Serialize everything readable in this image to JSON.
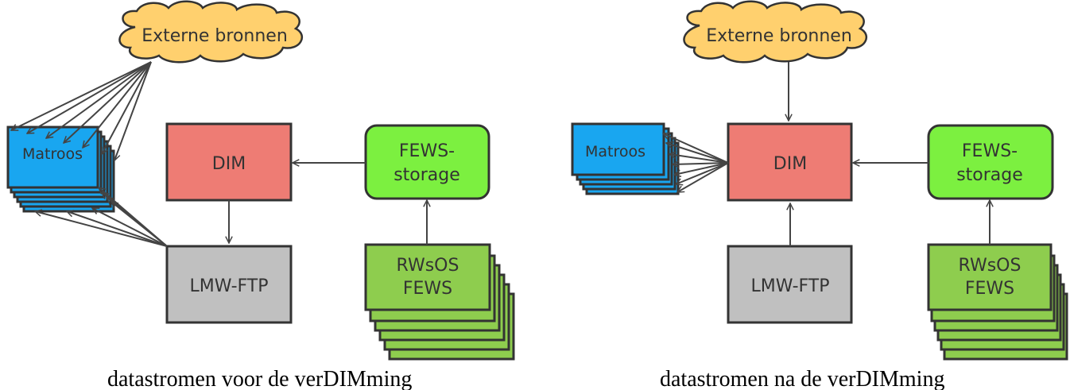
{
  "colors": {
    "cloud": "#ffd06e",
    "matroos": "#19a6f0",
    "dim": "#ee7c74",
    "fews_storage": "#7cf040",
    "lmw_ftp": "#c0c0c0",
    "rwsos": "#8ecd4e",
    "stroke": "#333333",
    "arrow": "#444444"
  },
  "left_diagram": {
    "caption": "datastromen voor de verDIMming",
    "nodes": {
      "externe_bronnen": "Externe bronnen",
      "matroos": "Matroos",
      "dim": "DIM",
      "fews_storage_line1": "FEWS-",
      "fews_storage_line2": "storage",
      "lmw_ftp": "LMW-FTP",
      "rwsos_line1": "RWsOS",
      "rwsos_line2": "FEWS"
    },
    "edges": [
      {
        "from": "Externe bronnen",
        "to": "Matroos",
        "count": 7
      },
      {
        "from": "LMW-FTP",
        "to": "Matroos",
        "count": 7
      },
      {
        "from": "FEWS-storage",
        "to": "DIM"
      },
      {
        "from": "DIM",
        "to": "LMW-FTP"
      },
      {
        "from": "RWsOS FEWS",
        "to": "FEWS-storage"
      }
    ]
  },
  "right_diagram": {
    "caption": "datastromen na de verDIMming",
    "nodes": {
      "externe_bronnen": "Externe bronnen",
      "matroos": "Matroos",
      "dim": "DIM",
      "fews_storage_line1": "FEWS-",
      "fews_storage_line2": "storage",
      "lmw_ftp": "LMW-FTP",
      "rwsos_line1": "RWsOS",
      "rwsos_line2": "FEWS"
    },
    "edges": [
      {
        "from": "Externe bronnen",
        "to": "DIM"
      },
      {
        "from": "DIM",
        "to": "Matroos",
        "count": 7
      },
      {
        "from": "LMW-FTP",
        "to": "DIM"
      },
      {
        "from": "FEWS-storage",
        "to": "DIM"
      },
      {
        "from": "RWsOS FEWS",
        "to": "FEWS-storage"
      }
    ]
  }
}
